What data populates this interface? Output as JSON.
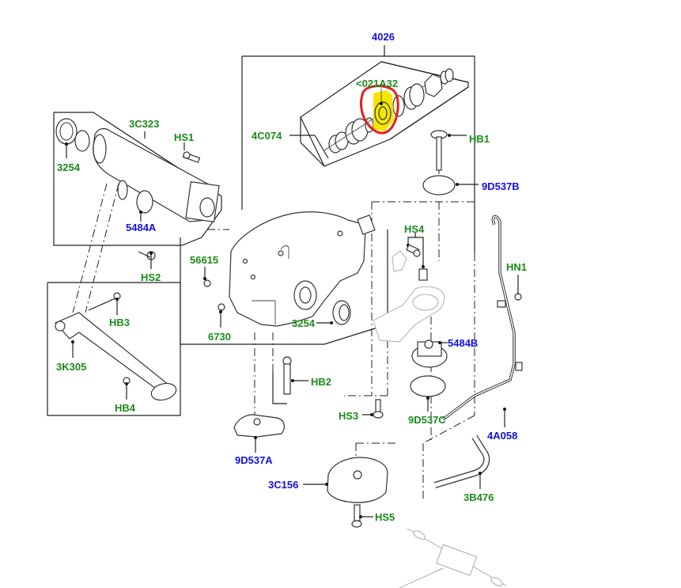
{
  "diagram": {
    "title": "Front differential / drive unit exploded parts diagram",
    "highlight": {
      "part": "<021A32",
      "marker_color": "#e02020",
      "fill_color": "#f5e600"
    },
    "colors": {
      "label_green": "#1a8a1a",
      "label_blue": "#1010e0",
      "line": "#222222"
    },
    "labels": {
      "p4026": "4026",
      "p021A32": "<021A32",
      "p4C074": "4C074",
      "p3C323": "3C323",
      "pHS1": "HS1",
      "p3254_left": "3254",
      "p5484A": "5484A",
      "pHS2": "HS2",
      "p56615": "56615",
      "p6730": "6730",
      "p3254_mid": "3254",
      "pHB1": "HB1",
      "p9D537B": "9D537B",
      "pHS4": "HS4",
      "pHN1": "HN1",
      "p5484B": "5484B",
      "pHB3": "HB3",
      "p3K305": "3K305",
      "pHB4": "HB4",
      "pHB2": "HB2",
      "pHS3": "HS3",
      "p9D537C": "9D537C",
      "p4A058": "4A058",
      "p9D537A": "9D537A",
      "p3C156": "3C156",
      "pHS5": "HS5",
      "p3B476": "3B476"
    }
  }
}
